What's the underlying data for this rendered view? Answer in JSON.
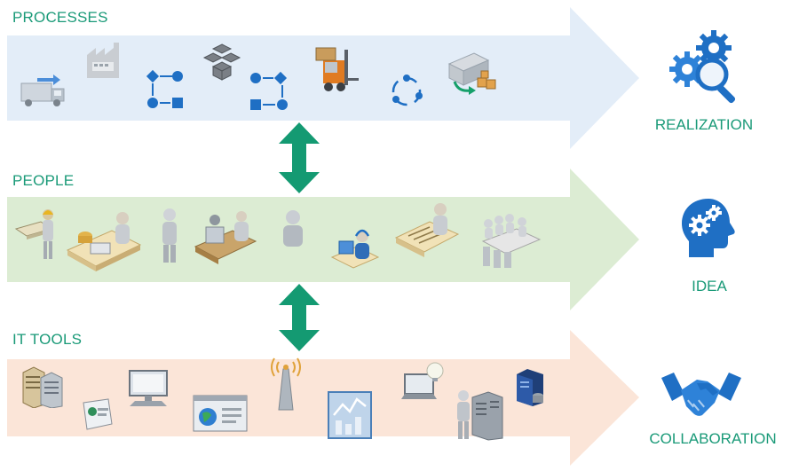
{
  "rows": [
    {
      "label": "PROCESSES",
      "side_label": "REALIZATION",
      "side_icon": "gears-magnifier-icon"
    },
    {
      "label": "PEOPLE",
      "side_label": "IDEA",
      "side_icon": "head-gears-icon"
    },
    {
      "label": "IT TOOLS",
      "side_label": "COLLABORATION",
      "side_icon": "handshake-icon"
    }
  ],
  "colors": {
    "accent": "#1a9a78",
    "connector": "#149a72",
    "processes_band": "#e3edf8",
    "people_band": "#dcecd3",
    "ittools_band": "#fbe5d8",
    "icon_blue": "#1f6fc4"
  },
  "icons": {
    "processes": [
      "truck-icon",
      "factory-icon",
      "workflow-icon",
      "boxes-icon",
      "workflow-icon",
      "forklift-icon",
      "cycle-icon",
      "delivery-truck-icon"
    ],
    "people": [
      "worker-at-table-icon",
      "cashier-icon",
      "person-icon",
      "assembly-line-icon",
      "user-icon",
      "call-center-icon",
      "desk-worker-icon",
      "meeting-icon"
    ],
    "it_tools": [
      "server-icon",
      "id-card-icon",
      "monitor-icon",
      "web-browser-icon",
      "wireless-tower-icon",
      "analytics-chart-icon",
      "laptop-idea-icon",
      "datacenter-icon",
      "server-tower-icon"
    ]
  }
}
